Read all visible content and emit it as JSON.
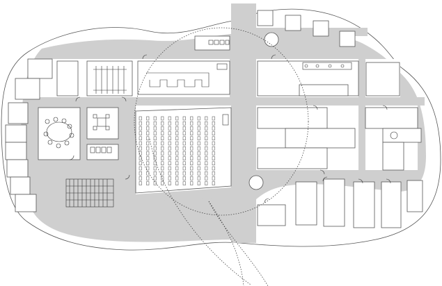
{
  "diagram": {
    "kind": "architectural floor plan",
    "colors": {
      "corridor": "#cfcfcf",
      "outline": "#555555",
      "room": "#ffffff"
    },
    "auditorium": {
      "seat_rows": 14,
      "seat_cols": 11
    }
  }
}
